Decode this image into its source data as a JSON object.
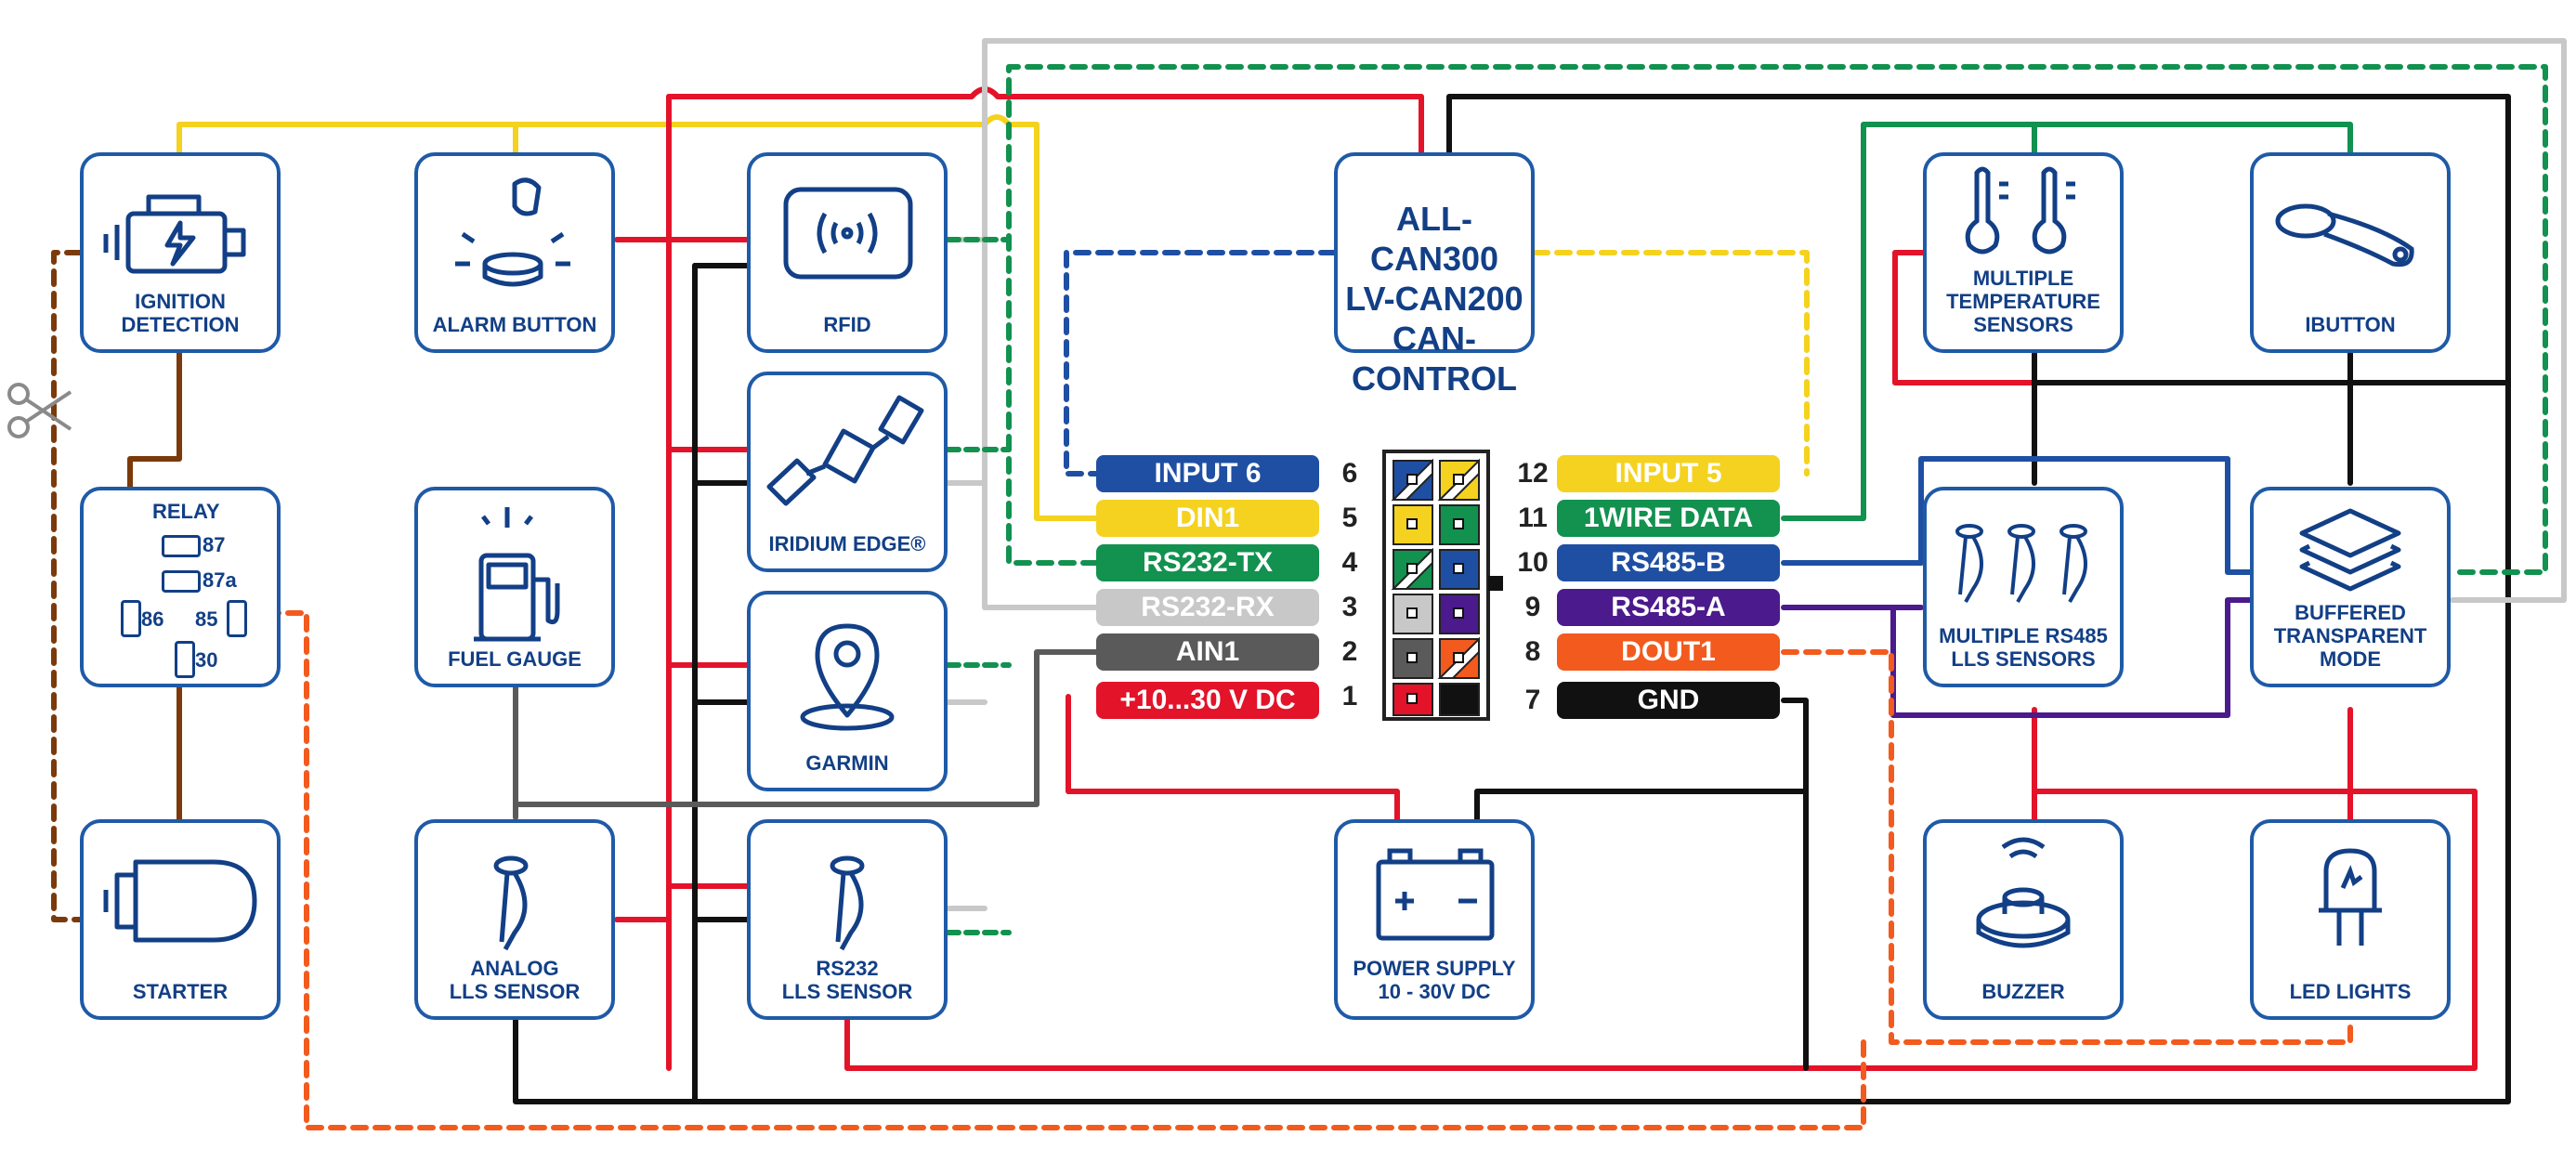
{
  "devices": {
    "ignition": {
      "label": "IGNITION\nDETECTION",
      "icon": "engine-icon"
    },
    "relay": {
      "label": "RELAY",
      "pins": {
        "p87": "87",
        "p87a": "87a",
        "p86": "86",
        "p85": "85",
        "p30": "30"
      },
      "icon": "scissors-icon"
    },
    "starter": {
      "label": "STARTER",
      "icon": "starter-motor-icon"
    },
    "alarm": {
      "label": "ALARM BUTTON",
      "icon": "alarm-button-icon"
    },
    "fuel": {
      "label": "FUEL GAUGE",
      "icon": "fuel-pump-icon"
    },
    "analog_lls": {
      "label": "ANALOG\nLLS SENSOR",
      "icon": "fuel-sensor-icon"
    },
    "rfid": {
      "label": "RFID",
      "icon": "rfid-icon"
    },
    "iridium": {
      "label": "IRIDIUM EDGE®",
      "icon": "satellite-icon"
    },
    "garmin": {
      "label": "GARMIN",
      "icon": "map-pin-icon"
    },
    "rs232_lls": {
      "label": "RS232\nLLS SENSOR",
      "icon": "fuel-sensor-icon"
    },
    "can": {
      "label": "ALL-CAN300\nLV-CAN200\nCAN-CONTROL"
    },
    "power": {
      "label": "POWER SUPPLY\n10 - 30V DC",
      "icon": "battery-icon"
    },
    "temp": {
      "label": "MULTIPLE\nTEMPERATURE\nSENSORS",
      "icon": "thermometer-icon"
    },
    "ibutton": {
      "label": "IBUTTON",
      "icon": "ibutton-key-icon"
    },
    "rs485_lls": {
      "label": "MULTIPLE RS485\nLLS SENSORS",
      "icon": "fuel-sensor-icon"
    },
    "buffered": {
      "label": "BUFFERED\nTRANSPARENT\nMODE",
      "icon": "layers-icon"
    },
    "buzzer": {
      "label": "BUZZER",
      "icon": "buzzer-icon"
    },
    "led": {
      "label": "LED LIGHTS",
      "icon": "led-icon"
    }
  },
  "pins_left": [
    {
      "num": "6",
      "label": "INPUT 6",
      "color": "#1f4fa3"
    },
    {
      "num": "5",
      "label": "DIN1",
      "color": "#f4d21f"
    },
    {
      "num": "4",
      "label": "RS232-TX",
      "color": "#12914f"
    },
    {
      "num": "3",
      "label": "RS232-RX",
      "color": "#c8c8c8"
    },
    {
      "num": "2",
      "label": "AIN1",
      "color": "#5a5a5a"
    },
    {
      "num": "1",
      "label": "+10...30 V DC",
      "color": "#e3132a"
    }
  ],
  "pins_right": [
    {
      "num": "12",
      "label": "INPUT 5",
      "color": "#f4d21f"
    },
    {
      "num": "11",
      "label": "1WIRE DATA",
      "color": "#12914f"
    },
    {
      "num": "10",
      "label": "RS485-B",
      "color": "#1f4fa3"
    },
    {
      "num": "9",
      "label": "RS485-A",
      "color": "#4b1a8c"
    },
    {
      "num": "8",
      "label": "DOUT1",
      "color": "#f25a1e"
    },
    {
      "num": "7",
      "label": "GND",
      "color": "#111111"
    }
  ],
  "colors": {
    "box_border": "#1f5aa6",
    "label_text": "#123f86",
    "red": "#e3132a",
    "yellow": "#f4d21f",
    "green": "#12914f",
    "blue": "#1f4fa3",
    "purple": "#4b1a8c",
    "orange": "#f25a1e",
    "gray": "#c8c8c8",
    "dark_gray": "#5a5a5a",
    "black": "#111111",
    "brown": "#7b3a0c"
  }
}
